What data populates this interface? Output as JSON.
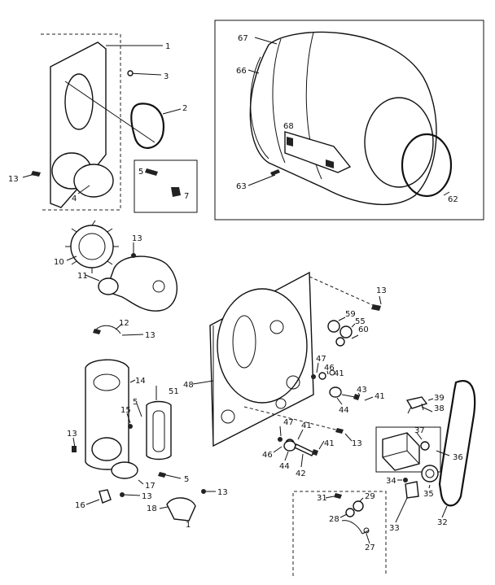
{
  "labels": [
    {
      "id": "1",
      "text": "1"
    },
    {
      "id": "2",
      "text": "2"
    },
    {
      "id": "3",
      "text": "3"
    },
    {
      "id": "4",
      "text": "4"
    },
    {
      "id": "5a",
      "text": "5"
    },
    {
      "id": "7",
      "text": "7"
    },
    {
      "id": "13a",
      "text": "13"
    },
    {
      "id": "67",
      "text": "67"
    },
    {
      "id": "66",
      "text": "66"
    },
    {
      "id": "68",
      "text": "68"
    },
    {
      "id": "63",
      "text": "63"
    },
    {
      "id": "62",
      "text": "62"
    },
    {
      "id": "13b",
      "text": "13"
    },
    {
      "id": "10",
      "text": "10"
    },
    {
      "id": "11",
      "text": "11"
    },
    {
      "id": "12",
      "text": "12"
    },
    {
      "id": "13c",
      "text": "13"
    },
    {
      "id": "14",
      "text": "14"
    },
    {
      "id": "51",
      "text": "51"
    },
    {
      "id": "5b",
      "text": "5"
    },
    {
      "id": "15",
      "text": "15"
    },
    {
      "id": "13d",
      "text": "13"
    },
    {
      "id": "17",
      "text": "17"
    },
    {
      "id": "5c",
      "text": "5"
    },
    {
      "id": "16",
      "text": "16"
    },
    {
      "id": "13e",
      "text": "13"
    },
    {
      "id": "18",
      "text": "18"
    },
    {
      "id": "13f",
      "text": "13"
    },
    {
      "id": "1b",
      "text": "1"
    },
    {
      "id": "48",
      "text": "48"
    },
    {
      "id": "13g",
      "text": "13"
    },
    {
      "id": "59",
      "text": "59"
    },
    {
      "id": "55",
      "text": "55"
    },
    {
      "id": "60",
      "text": "60"
    },
    {
      "id": "47a",
      "text": "47"
    },
    {
      "id": "46a",
      "text": "46"
    },
    {
      "id": "41a",
      "text": "41"
    },
    {
      "id": "43",
      "text": "43"
    },
    {
      "id": "44a",
      "text": "44"
    },
    {
      "id": "41b",
      "text": "41"
    },
    {
      "id": "13h",
      "text": "13"
    },
    {
      "id": "47b",
      "text": "47"
    },
    {
      "id": "41c",
      "text": "41"
    },
    {
      "id": "46b",
      "text": "46"
    },
    {
      "id": "44b",
      "text": "44"
    },
    {
      "id": "42",
      "text": "42"
    },
    {
      "id": "41d",
      "text": "41"
    },
    {
      "id": "39",
      "text": "39"
    },
    {
      "id": "38",
      "text": "38"
    },
    {
      "id": "37",
      "text": "37"
    },
    {
      "id": "36",
      "text": "36"
    },
    {
      "id": "34",
      "text": "34"
    },
    {
      "id": "35",
      "text": "35"
    },
    {
      "id": "32",
      "text": "32"
    },
    {
      "id": "33",
      "text": "33"
    },
    {
      "id": "31",
      "text": "31"
    },
    {
      "id": "29",
      "text": "29"
    },
    {
      "id": "28",
      "text": "28"
    },
    {
      "id": "27",
      "text": "27"
    }
  ]
}
